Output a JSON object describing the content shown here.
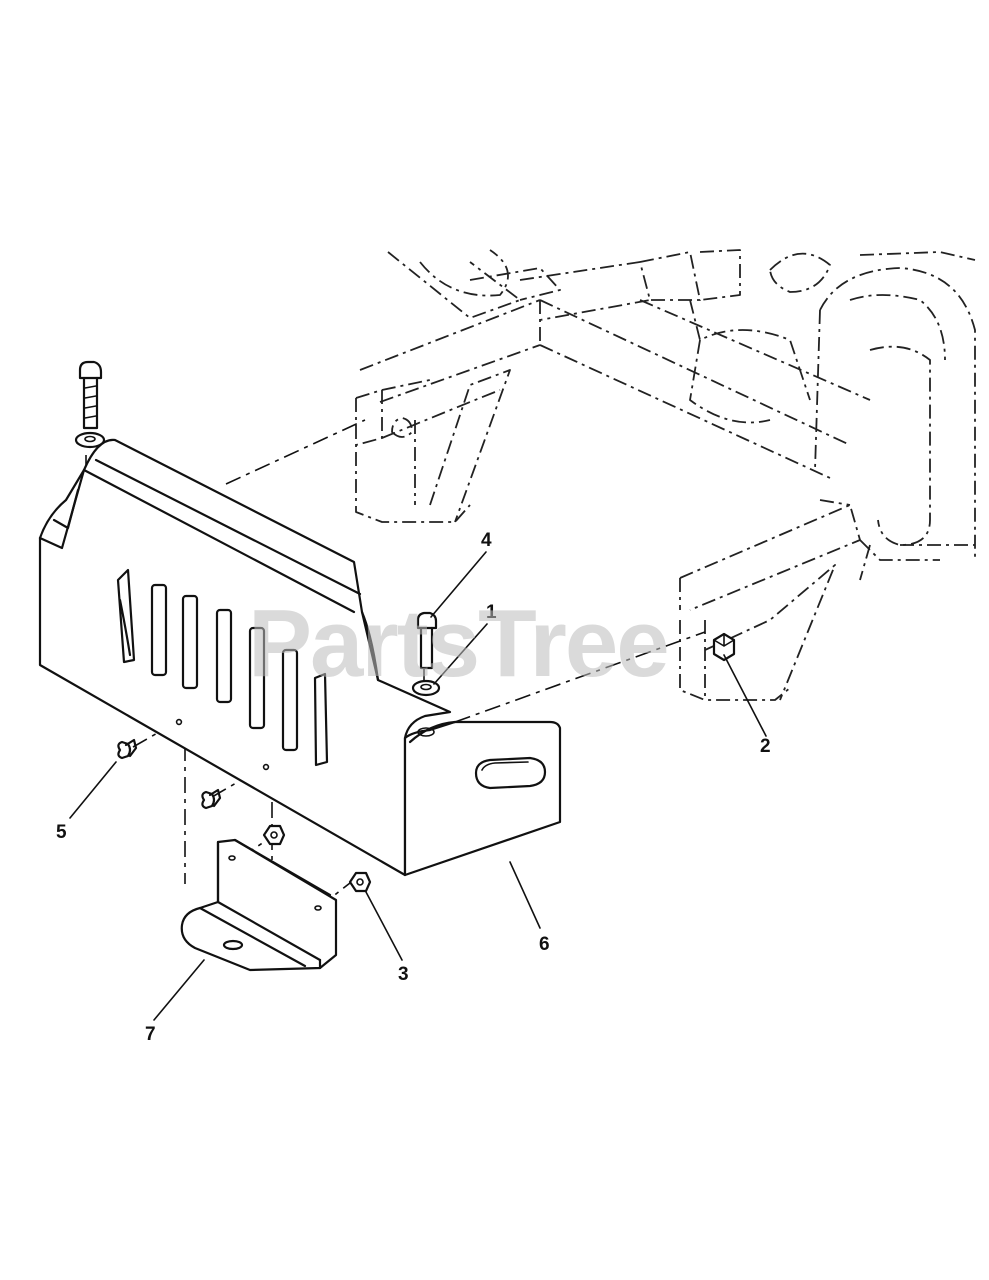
{
  "watermark": "PartsTree",
  "callouts": [
    {
      "id": "1",
      "label": "1"
    },
    {
      "id": "2",
      "label": "2"
    },
    {
      "id": "3",
      "label": "3"
    },
    {
      "id": "4",
      "label": "4"
    },
    {
      "id": "5",
      "label": "5"
    },
    {
      "id": "6",
      "label": "6"
    },
    {
      "id": "7",
      "label": "7"
    }
  ]
}
